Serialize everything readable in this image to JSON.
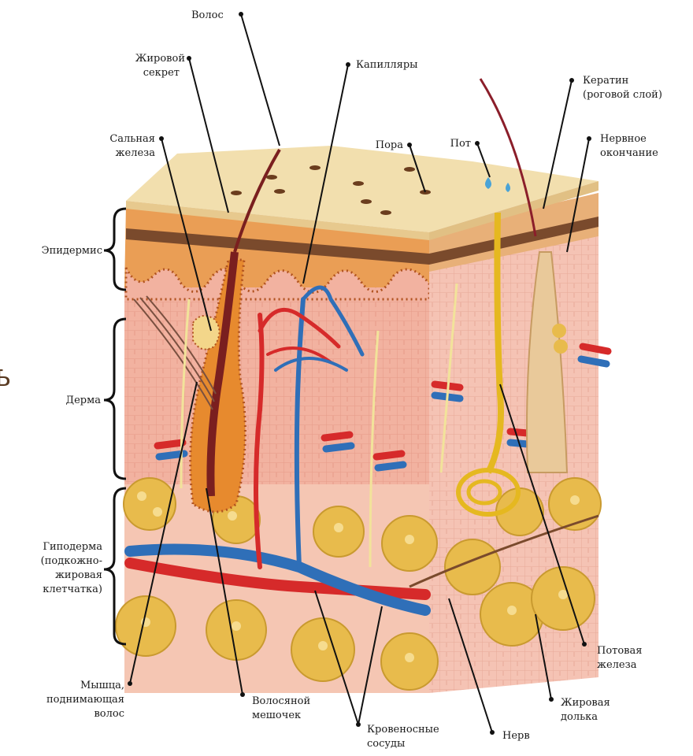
{
  "diagram": {
    "edge_char": "ь",
    "labels": {
      "hair": "Волос",
      "fat_secret_1": "Жировой",
      "fat_secret_2": "секрет",
      "capillaries": "Капилляры",
      "keratin_1": "Кератин",
      "keratin_2": "(роговой слой)",
      "sebaceous_1": "Сальная",
      "sebaceous_2": "железа",
      "pore": "Пора",
      "sweat": "Пот",
      "nerve_end_1": "Нервное",
      "nerve_end_2": "окончание",
      "epidermis": "Эпидермис",
      "dermis": "Дерма",
      "hypo_1": "Гиподерма",
      "hypo_2": "(подкожно-",
      "hypo_3": "жировая",
      "hypo_4": "клетчатка)",
      "sweat_gland_1": "Потовая",
      "sweat_gland_2": "железа",
      "fat_lobule_1": "Жировая",
      "fat_lobule_2": "долька",
      "muscle_1": "Мышца,",
      "muscle_2": "поднимающая",
      "muscle_3": "волос",
      "follicle_1": "Волосяной",
      "follicle_2": "мешочек",
      "vessels_1": "Кровеносные",
      "vessels_2": "сосуды",
      "nerve": "Нерв"
    },
    "colors": {
      "surface": "#f2dfae",
      "epidermis_band": "#e9a560",
      "dark_band": "#7a4a2c",
      "dermis": "#f2b7a6",
      "hypodermis": "#f6c8b4",
      "fat": "#e6b84a",
      "artery": "#d62a2a",
      "vein": "#2f6fb8",
      "nerve": "#f2e39a"
    }
  }
}
